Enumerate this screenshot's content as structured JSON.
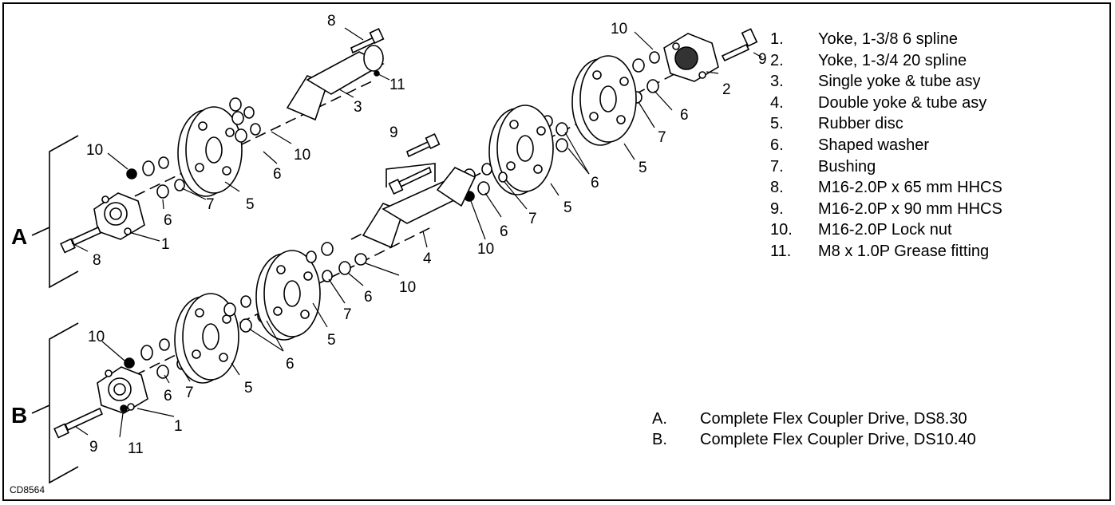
{
  "legend": [
    {
      "num": "1.",
      "text": "Yoke, 1-3/8 6 spline"
    },
    {
      "num": "2.",
      "text": "Yoke, 1-3/4 20 spline"
    },
    {
      "num": "3.",
      "text": "Single yoke & tube asy"
    },
    {
      "num": "4.",
      "text": "Double yoke & tube asy"
    },
    {
      "num": "5.",
      "text": "Rubber disc"
    },
    {
      "num": "6.",
      "text": "Shaped washer"
    },
    {
      "num": "7.",
      "text": "Bushing"
    },
    {
      "num": "8.",
      "text": "M16-2.0P x 65 mm HHCS"
    },
    {
      "num": "9.",
      "text": "M16-2.0P x 90 mm HHCS"
    },
    {
      "num": "10.",
      "text": "M16-2.0P Lock nut"
    },
    {
      "num": "11.",
      "text": "M8 x 1.0P Grease fitting"
    }
  ],
  "assemblies": [
    {
      "num": "A.",
      "text": "Complete Flex Coupler Drive, DS8.30"
    },
    {
      "num": "B.",
      "text": "Complete Flex Coupler Drive, DS10.40"
    }
  ],
  "figure_id": "CD8564",
  "group_labels": {
    "a": "A",
    "b": "B"
  },
  "callouts": {
    "c_a_8top": "8",
    "c_a_11": "11",
    "c_a_3": "3",
    "c_a_10top": "10",
    "c_a_6": "6",
    "c_a_10left": "10",
    "c_a_7": "7",
    "c_a_5": "5",
    "c_a_6b": "6",
    "c_a_1": "1",
    "c_a_8": "8",
    "c_r_10": "10",
    "c_r_9": "9",
    "c_r_2": "2",
    "c_r_6": "6",
    "c_r_7": "7",
    "c_r_5": "5",
    "c_m_9": "9",
    "c_m_6": "6",
    "c_m_7": "7",
    "c_m_5": "5",
    "c_m_4": "4",
    "c_m_10": "10",
    "c_m_6b": "6",
    "c_m_10b": "10",
    "c_m_6c": "6",
    "c_m_7b": "7",
    "c_m_5b": "5",
    "c_m_6d": "6",
    "c_b_10": "10",
    "c_b_6": "6",
    "c_b_7": "7",
    "c_b_5": "5",
    "c_b_1": "1",
    "c_b_9": "9",
    "c_b_11": "11"
  }
}
